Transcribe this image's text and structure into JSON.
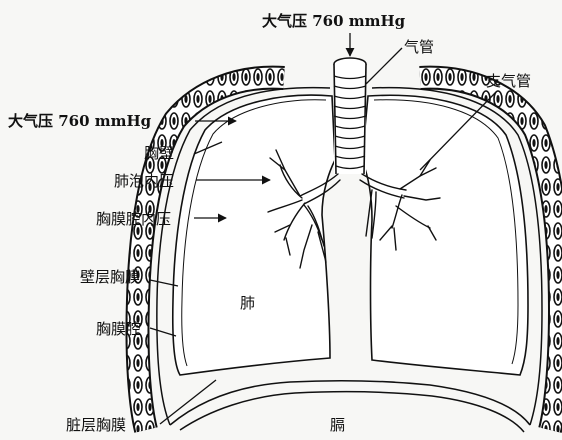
{
  "labels": {
    "atm_top": "大气压 760 mmHg",
    "trachea": "气管",
    "bronchus": "支气管",
    "atm_left": "大气压 760 mmHg",
    "chest_wall": "胸壁",
    "alveolar_pressure": "肺泡内压",
    "intrapleural_pressure": "胸膜腔内压",
    "parietal_pleura": "壁层胸膜",
    "pleural_cavity": "胸膜腔",
    "lung": "肺",
    "visceral_pleura": "脏层胸膜",
    "diaphragm": "膈"
  }
}
